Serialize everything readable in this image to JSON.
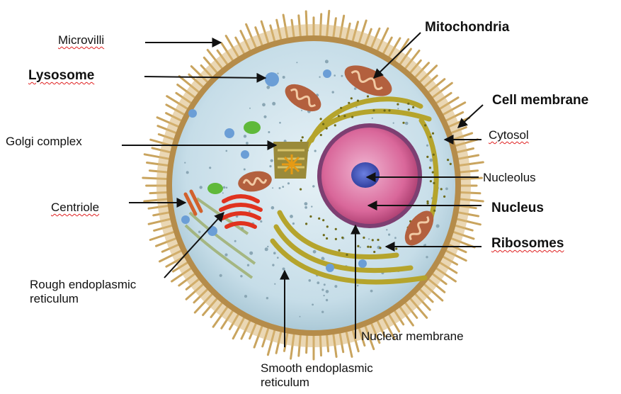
{
  "labels": {
    "microvilli": "Microvilli",
    "lysosome": "Lysosome",
    "golgi": "Golgi complex",
    "centriole": "Centriole",
    "rer_line1": "Rough endoplasmic",
    "rer_line2": "reticulum",
    "ser_line1": "Smooth endoplasmic",
    "ser_line2": "reticulum",
    "nuclear_membrane": "Nuclear membrane",
    "mitochondria": "Mitochondria",
    "cell_membrane": "Cell membrane",
    "cytosol": "Cytosol",
    "nucleolus": "Nucleolus",
    "nucleus": "Nucleus",
    "ribosomes": "Ribosomes"
  },
  "colors": {
    "microvilli": "#c9a45e",
    "membrane": "#b58c4a",
    "cytoplasm": "#cfe2ec",
    "nucleus": "#d9679a",
    "nucleolus": "#3a4fb0",
    "golgi": "#d7a11e",
    "rer": "#b5a42c",
    "rer_red": "#e0331f",
    "mitochondria": "#b3603e",
    "lysosome": "#6b9ed6",
    "vacuole": "#5fb93a",
    "spellcheck_underline": "#e02020"
  }
}
